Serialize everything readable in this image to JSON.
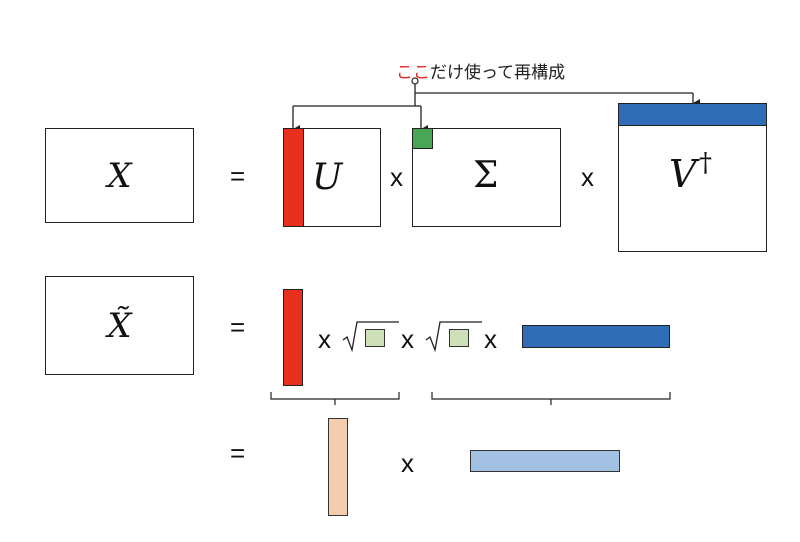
{
  "annotation": {
    "highlight": "ここ",
    "rest": "だけ使って再構成",
    "highlight_color": "#e8251f"
  },
  "row1": {
    "lhs": "X",
    "eq": "=",
    "u_label": "U",
    "times1": "x",
    "sigma_label": "Σ",
    "times2": "x",
    "v_label": "V",
    "v_sup": "†"
  },
  "row2": {
    "lhs": "X̃",
    "eq": "=",
    "times1": "x",
    "sqrt1": "√",
    "times2": "x",
    "sqrt2": "√",
    "times3": "x"
  },
  "row3": {
    "eq": "=",
    "times": "x"
  },
  "colors": {
    "red": "#e8301f",
    "green": "#4aa657",
    "blue": "#2f6db8",
    "light_green": "#cde0b8",
    "peach": "#f3cdb0",
    "light_blue": "#a3c2e3"
  }
}
